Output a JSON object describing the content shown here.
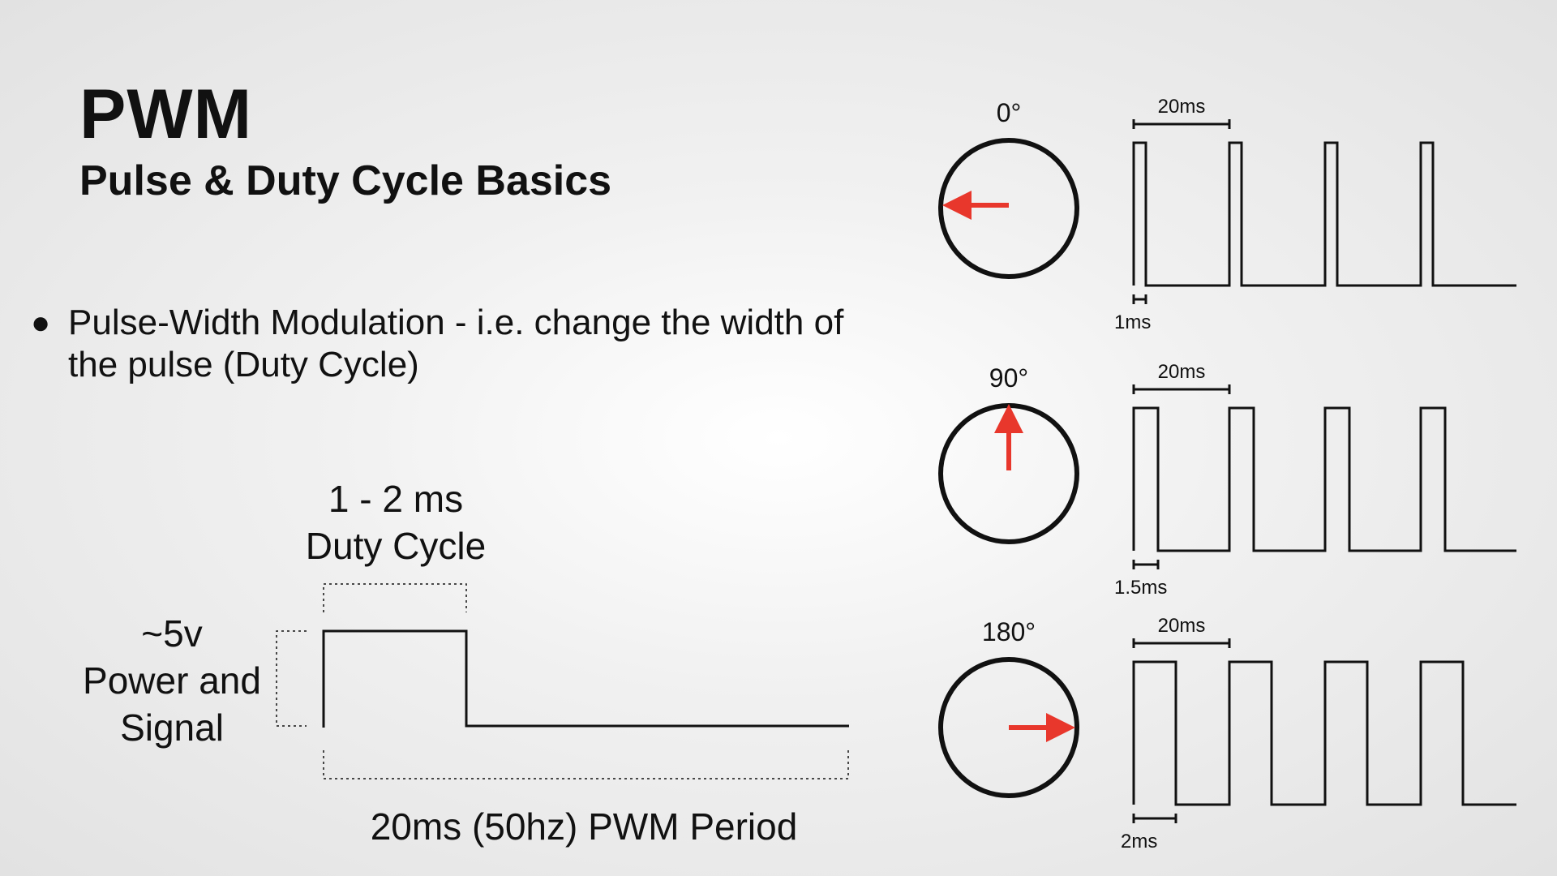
{
  "slide": {
    "title": "PWM",
    "subtitle": "Pulse & Duty Cycle Basics",
    "bullet": "Pulse-Width Modulation - i.e. change the width of the pulse (Duty Cycle)"
  },
  "main_waveform": {
    "duty_line1": "1 - 2 ms",
    "duty_line2": "Duty Cycle",
    "voltage_line1": "~5v",
    "voltage_line2": "Power and",
    "voltage_line3": "Signal",
    "period_label": "20ms (50hz) PWM Period"
  },
  "servo_examples": [
    {
      "angle_label": "0°",
      "period_label": "20ms",
      "pulse_label": "1ms",
      "pulse_ms": 1,
      "arrow_direction": "left"
    },
    {
      "angle_label": "90°",
      "period_label": "20ms",
      "pulse_label": "1.5ms",
      "pulse_ms": 1.5,
      "arrow_direction": "up"
    },
    {
      "angle_label": "180°",
      "period_label": "20ms",
      "pulse_label": "2ms",
      "pulse_ms": 2,
      "arrow_direction": "right"
    }
  ],
  "colors": {
    "arrow": "#e8372c",
    "line": "#111111"
  }
}
